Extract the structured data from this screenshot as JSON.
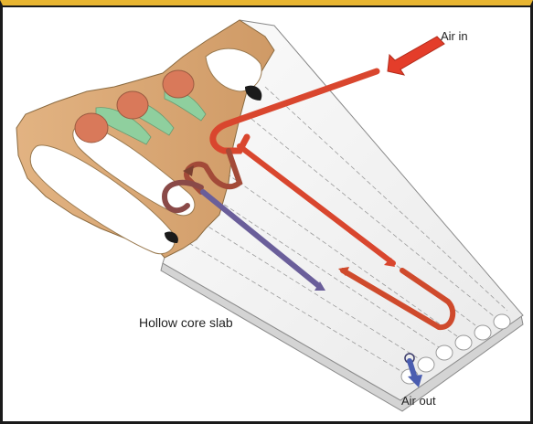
{
  "labels": {
    "air_in": "Air in",
    "hollow_core_slab": "Hollow core slab",
    "air_out": "Air out"
  },
  "colors": {
    "frame_top": "#e8b531",
    "slab_top": "#f2f2f2",
    "slab_side": "#d8d8d8",
    "slab_end": "#d9a870",
    "core_fill": "#ffffff",
    "screed_green": "#8fcf9e",
    "orange_cap": "#d9795a",
    "air_in_arrow": "#e43d2a",
    "air_path_red": "#d9462e",
    "air_path_dark": "#8a4a48",
    "air_path_purple": "#6a5e9a",
    "air_out_arrow": "#4a5db0"
  },
  "icons": [
    "air-in-arrow",
    "air-out-arrow"
  ]
}
